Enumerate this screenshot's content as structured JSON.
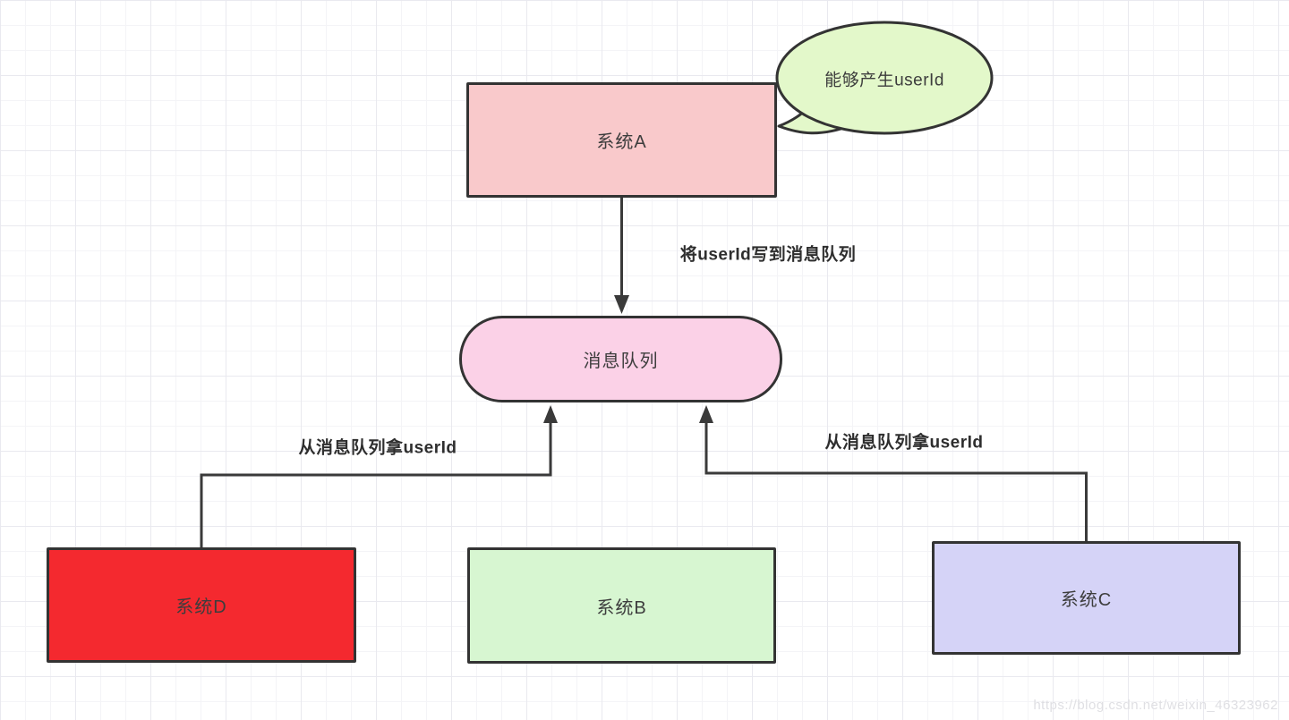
{
  "diagram": {
    "nodes": {
      "system_a": {
        "label": "系统A",
        "fill": "#f9c9cb"
      },
      "system_b": {
        "label": "系统B",
        "fill": "#d7f6d1"
      },
      "system_c": {
        "label": "系统C",
        "fill": "#d5d3f7"
      },
      "system_d": {
        "label": "系统D",
        "fill": "#f4292f"
      },
      "queue": {
        "label": "消息队列",
        "fill": "#fbd1e7"
      }
    },
    "callout": {
      "text": "能够产生userId",
      "fill": "#e3f8ca"
    },
    "edges": {
      "a_to_queue": {
        "label": "将userId写到消息队列"
      },
      "d_from_queue": {
        "label": "从消息队列拿userId"
      },
      "c_from_queue": {
        "label": "从消息队列拿userId"
      }
    },
    "stroke_color": "#3a3a3a"
  },
  "watermark": "https://blog.csdn.net/weixin_46323962"
}
